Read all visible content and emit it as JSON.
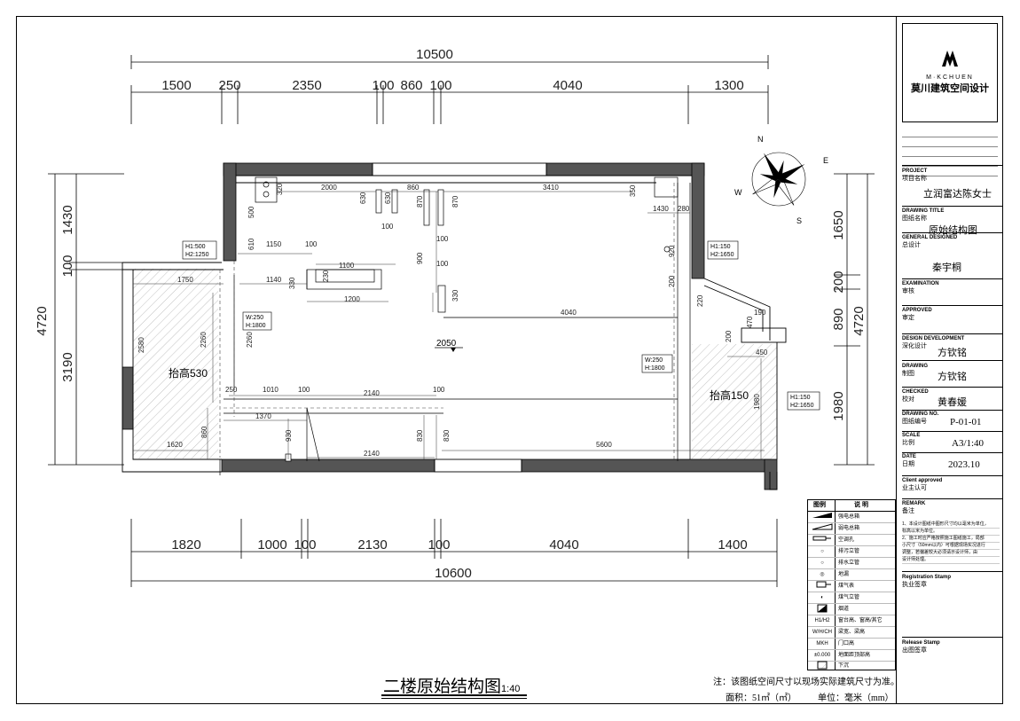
{
  "plan": {
    "top_total": "10500",
    "top_dims": [
      "1500",
      "250",
      "2350",
      "100",
      "860",
      "100",
      "4040",
      "1300"
    ],
    "bottom_total": "10600",
    "bottom_dims": [
      "1820",
      "1000",
      "100",
      "2130",
      "100",
      "4040",
      "1400"
    ],
    "left_total": "4720",
    "left_dims": [
      "1430",
      "100",
      "3190"
    ],
    "right_total": "4720",
    "right_dims": [
      "1650",
      "200",
      "890",
      "1980"
    ],
    "interior_dims": {
      "d2000": "2000",
      "d860": "860",
      "d3410": "3410",
      "d350": "350",
      "d320": "320",
      "d500": "500",
      "d610": "610",
      "d1150": "1150",
      "d100a": "100",
      "d1100": "1100",
      "d230": "230",
      "d330a": "330",
      "d1750": "1750",
      "d1140": "1140",
      "d1200": "1200",
      "d870a": "870",
      "d870b": "870",
      "d900": "900",
      "d330b": "330",
      "d4040": "4040",
      "d1430": "1430",
      "d280": "280",
      "d920": "920",
      "d200a": "200",
      "d220": "220",
      "d190": "190",
      "d470": "470",
      "d200b": "200",
      "d450": "450",
      "d1980": "1980",
      "d2580": "2580",
      "d2260a": "2260",
      "d2260b": "2260",
      "d250": "250",
      "d1010": "1010",
      "d2140a": "2140",
      "d1370": "1370",
      "d930": "930",
      "d860b": "860",
      "d1620": "1620",
      "d830a": "830",
      "d830b": "830",
      "d2140b": "2140",
      "d5600": "5600",
      "d630a": "630",
      "d630b": "630",
      "d2050": "2050",
      "d100b": "100",
      "d100c": "100",
      "d100d": "100"
    },
    "tags": {
      "h1_500": "H1:500",
      "h2_1250": "H2:1250",
      "w250a": "W:250",
      "h1800a": "H:1800",
      "w250b": "W:250",
      "h1800b": "H:1800",
      "h1_150a": "H1:150",
      "h2_1650a": "H2:1650",
      "h1_150b": "H1:150",
      "h2_1650b": "H2:1650"
    },
    "raised_left": "抬高530",
    "raised_right": "抬高150"
  },
  "compass": {
    "n": "N",
    "e": "E",
    "s": "S",
    "w": "W"
  },
  "title_block": {
    "logo_en": "M·KCHUEN",
    "logo_cn": "莫川建筑空间设计",
    "project_en": "PROJECT",
    "project_cn": "项目名称",
    "project_val": "立润富达陈女士",
    "title_en": "DRAWING TITLE",
    "title_cn": "图纸名称",
    "title_val": "原始结构图",
    "general_en": "GENERAL DESIGNED",
    "general_cn": "总设计",
    "general_val": "秦宇桐",
    "exam_en": "EXAMINATION",
    "exam_cn": "审核",
    "approved_en": "APPROVED",
    "approved_cn": "审定",
    "dev_en": "DESIGN DEVELOPMENT",
    "dev_cn": "深化设计",
    "dev_val": "方钦铭",
    "drawing_en": "DRAWING",
    "drawing_cn": "制图",
    "drawing_val": "方钦铭",
    "checked_en": "CHECKED",
    "checked_cn": "校对",
    "checked_val": "黄春媛",
    "no_en": "DRAWING NO.",
    "no_cn": "图纸编号",
    "no_val": "P-01-01",
    "scale_en": "SCALE",
    "scale_cn": "比例",
    "scale_val": "A3/1:40",
    "date_en": "DATE",
    "date_cn": "日期",
    "date_val": "2023.10",
    "client_en": "Client approved",
    "client_cn": "业主认可",
    "remark_en": "REMARK",
    "remark_cn": "备注",
    "remark_1": "1、本设计图纸中图形尺寸均以毫米为单位，",
    "remark_2": "标高以米为单位。",
    "remark_3": "2、施工时应严格按照施工图纸施工，局部",
    "remark_4": "小尺寸（50mm以内）可根据现场实况进行",
    "remark_5": "调整，若偏差较大必须请示设计师，由",
    "remark_6": "设计师处理。",
    "reg_en": "Registration Stamp",
    "reg_cn": "执业签章",
    "release_en": "Release Stamp",
    "release_cn": "出图签章"
  },
  "legend": {
    "head_sym": "图例",
    "head_desc": "说    明",
    "items": [
      {
        "sym": "",
        "desc": "强电总箱"
      },
      {
        "sym": "",
        "desc": "弱电总箱"
      },
      {
        "sym": "",
        "desc": "空调孔"
      },
      {
        "sym": "○",
        "desc": "排污立管"
      },
      {
        "sym": "○",
        "desc": "排水立管"
      },
      {
        "sym": "◎",
        "desc": "地漏"
      },
      {
        "sym": "",
        "desc": "煤气表"
      },
      {
        "sym": "◐",
        "desc": "煤气立管"
      },
      {
        "sym": "",
        "desc": "烟道"
      },
      {
        "sym": "H1/H2",
        "desc": "窗台高、窗高/其它"
      },
      {
        "sym": "W/H/CH",
        "desc": "梁宽、梁高"
      },
      {
        "sym": "MKH",
        "desc": "门口高"
      },
      {
        "sym": "±0.000",
        "desc": "地面距顶部高"
      },
      {
        "sym": "",
        "desc": "下沉"
      }
    ]
  },
  "caption": {
    "title": "二楼原始结构图",
    "scale": "1:40",
    "note": "注：该图纸空间尺寸以现场实际建筑尺寸为准。",
    "area": "面积：51㎡（㎡）",
    "unit": "单位：毫米（mm）"
  }
}
